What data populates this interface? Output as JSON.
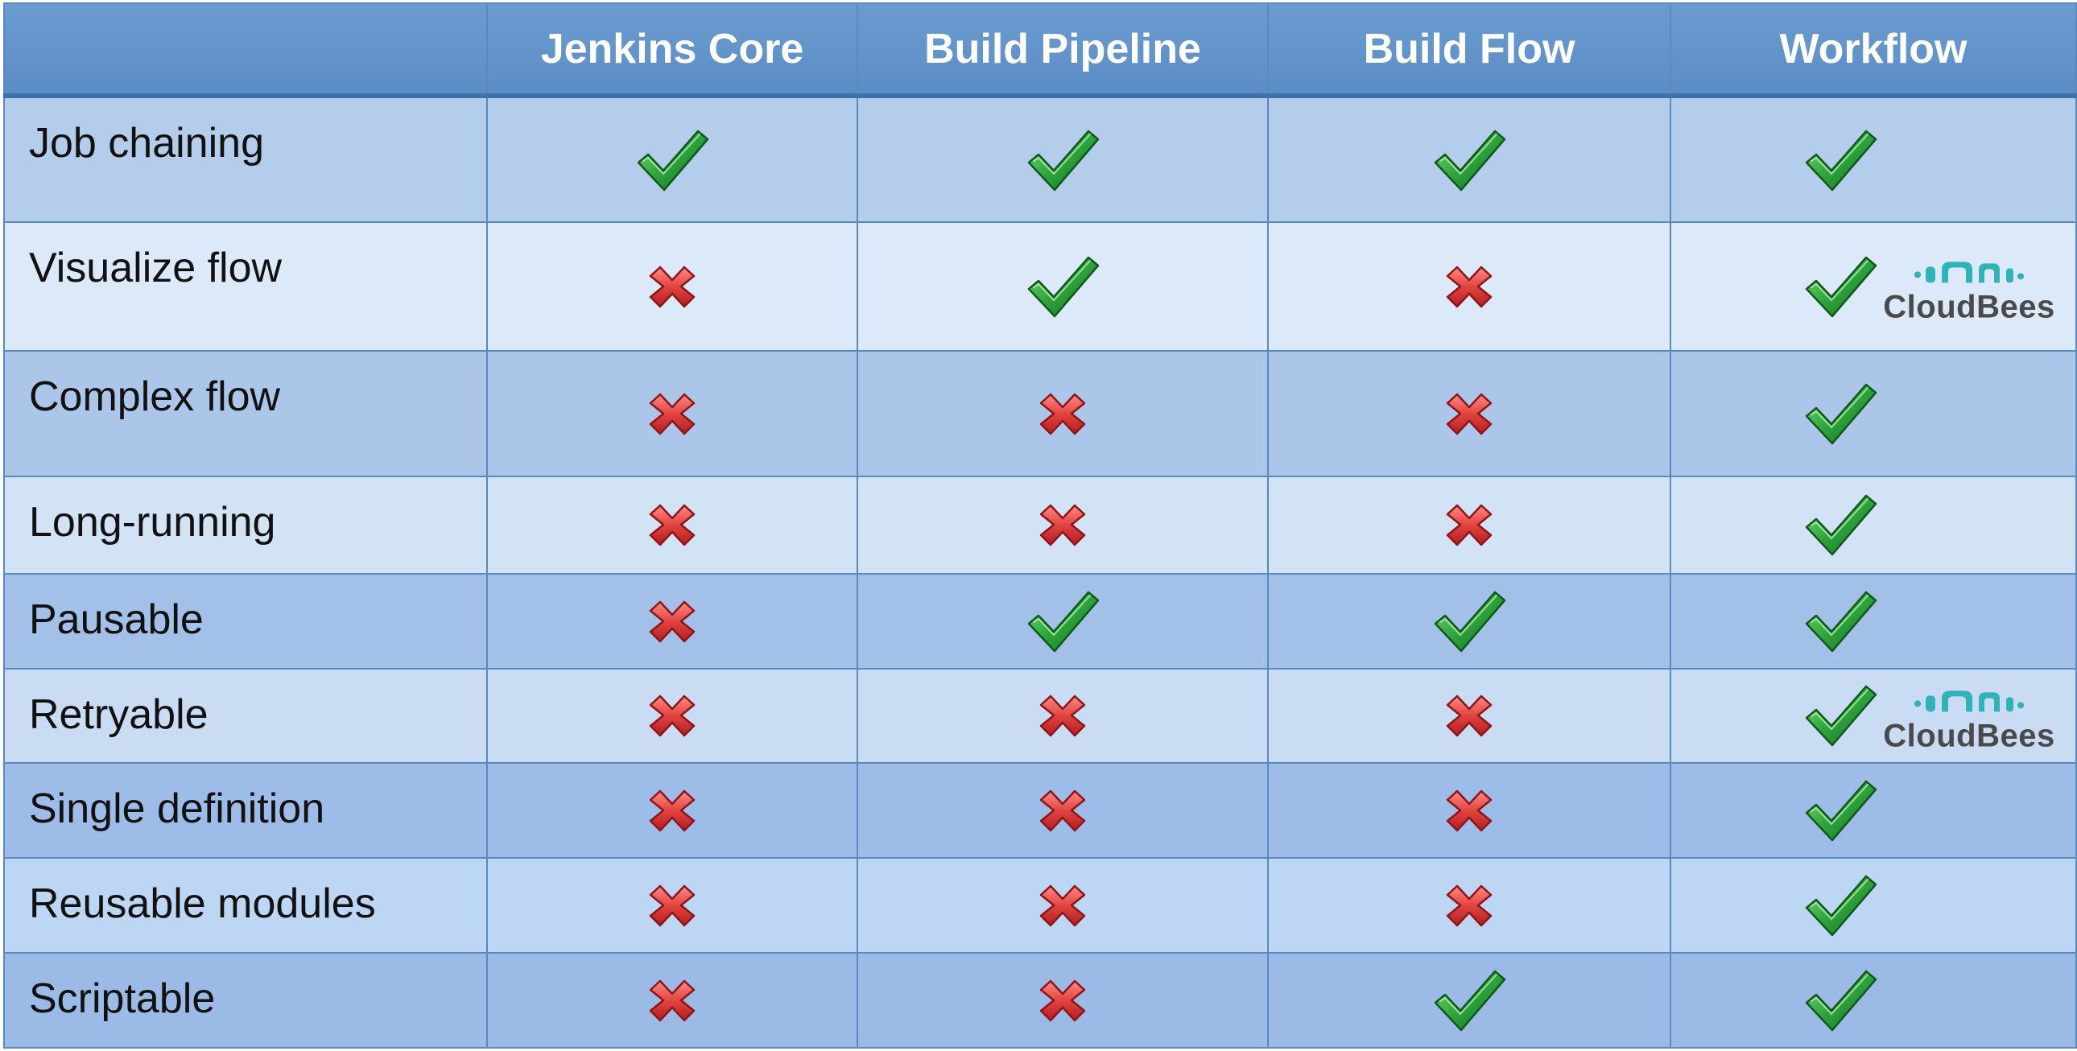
{
  "columns": [
    "",
    "Jenkins Core",
    "Build Pipeline",
    "Build Flow",
    "Workflow"
  ],
  "rows": [
    {
      "feature": "Job chaining",
      "values": [
        "check",
        "check",
        "check",
        "check"
      ]
    },
    {
      "feature": "Visualize flow",
      "values": [
        "cross",
        "check",
        "cross",
        "check"
      ],
      "workflow_logo": "CloudBees"
    },
    {
      "feature": "Complex flow",
      "values": [
        "cross",
        "cross",
        "cross",
        "check"
      ]
    },
    {
      "feature": "Long-running",
      "values": [
        "cross",
        "cross",
        "cross",
        "check"
      ]
    },
    {
      "feature": "Pausable",
      "values": [
        "cross",
        "check",
        "check",
        "check"
      ]
    },
    {
      "feature": "Retryable",
      "values": [
        "cross",
        "cross",
        "cross",
        "check"
      ],
      "workflow_logo": "CloudBees"
    },
    {
      "feature": "Single definition",
      "values": [
        "cross",
        "cross",
        "cross",
        "check"
      ]
    },
    {
      "feature": "Reusable modules",
      "values": [
        "cross",
        "cross",
        "cross",
        "check"
      ]
    },
    {
      "feature": "Scriptable",
      "values": [
        "cross",
        "cross",
        "check",
        "check"
      ]
    }
  ],
  "icons": {
    "check": "green-check-icon",
    "cross": "red-x-icon",
    "logo": "cloudbees-logo"
  },
  "colors": {
    "header": "#5b8dc5",
    "check": "#2ea33c",
    "cross": "#d63a3c",
    "logo_teal": "#2fb3b6",
    "logo_text": "#4a4a4a"
  }
}
